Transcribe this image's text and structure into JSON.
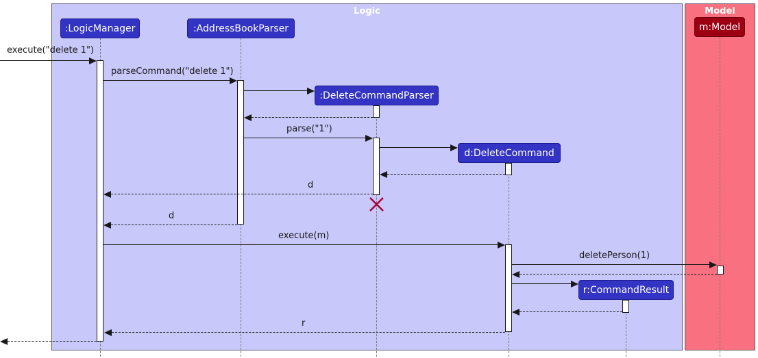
{
  "frames": {
    "logic": {
      "title": "Logic"
    },
    "model": {
      "title": "Model"
    }
  },
  "participants": {
    "logic_manager": {
      "label": ":LogicManager"
    },
    "address_book_parser": {
      "label": ":AddressBookParser"
    },
    "delete_command_parser": {
      "label": ":DeleteCommandParser"
    },
    "delete_command": {
      "label": "d:DeleteCommand"
    },
    "command_result": {
      "label": "r:CommandResult"
    },
    "model": {
      "label": "m:Model"
    }
  },
  "messages": {
    "execute": "execute(\"delete 1\")",
    "parse_command": "parseCommand(\"delete 1\")",
    "parse": "parse(\"1\")",
    "return_d_parser": "d",
    "return_d_abp": "d",
    "execute_m": "execute(m)",
    "delete_person": "deletePerson(1)",
    "return_r": "r"
  },
  "colors": {
    "logic_frame_fill": "#C8C8FA",
    "model_frame_fill": "#F97181",
    "logic_participant_fill": "#3333C4",
    "model_participant_fill": "#9D0012",
    "destroy_x": "#A80036",
    "arrow": "#181818",
    "lifeline": "#787878"
  }
}
